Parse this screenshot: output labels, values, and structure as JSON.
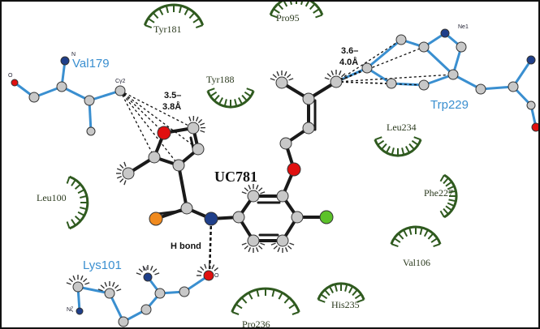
{
  "ligand": {
    "name": "UC781"
  },
  "residues": {
    "tyr181": "Tyr181",
    "pro95": "Pro95",
    "tyr188": "Tyr188",
    "leu234": "Leu234",
    "leu100": "Leu100",
    "phe227": "Phe227",
    "val106": "Val106",
    "his235": "His235",
    "pro236": "Pro236"
  },
  "bonded_residues": {
    "val179": "Val179",
    "trp229": "Trp229",
    "lys101": "Lys101"
  },
  "atom_labels": {
    "val179_n": "N",
    "val179_o": "O",
    "val179_cg2": "Cγ2",
    "trp229_ne1": "Ne1",
    "lys101_n": "N",
    "lys101_nz": "Nζ",
    "lys101_o": "O"
  },
  "distances": {
    "val179_line1": "3.5–",
    "val179_line2": "3.8Å",
    "trp229_line1": "3.6–",
    "trp229_line2": "4.0Å"
  },
  "hbond": {
    "label": "H bond"
  },
  "colors": {
    "residue_bond": "#3a8fd0",
    "ligand_bond": "#1a1a1a",
    "hydrophobic_arc": "#2f5a1f",
    "carbon": "#c8c8c8",
    "nitrogen": "#1f3f8a",
    "oxygen": "#e01010",
    "sulfur": "#f08a1e",
    "chlorine": "#5cc22a"
  }
}
